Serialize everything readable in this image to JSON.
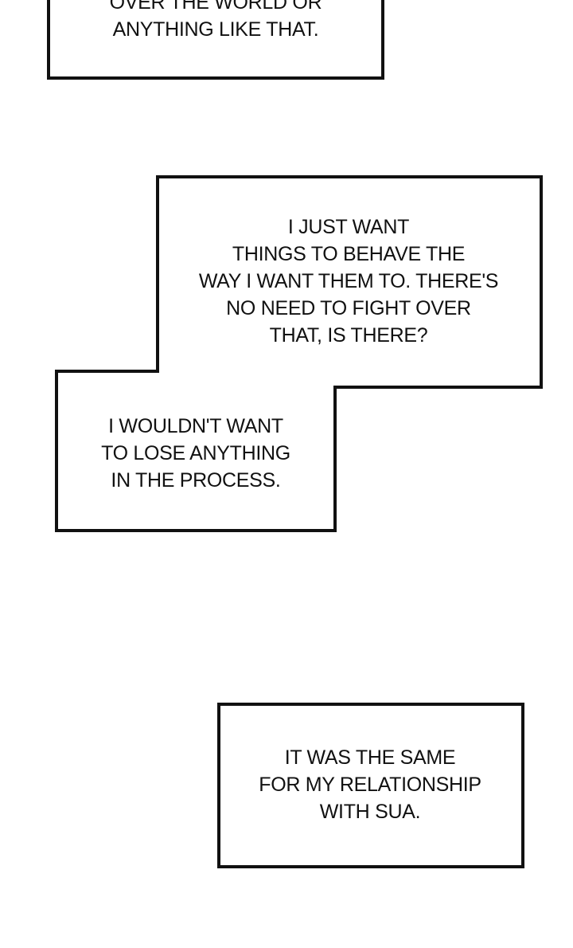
{
  "captions": {
    "top": [
      "OVER THE WORLD OR",
      "ANYTHING LIKE THAT."
    ],
    "middle_upper": [
      "I JUST WANT",
      "THINGS TO BEHAVE THE",
      "WAY I WANT THEM TO. THERE'S",
      "NO NEED TO FIGHT OVER",
      "THAT, IS THERE?"
    ],
    "middle_lower": [
      "I WOULDN'T WANT",
      "TO LOSE ANYTHING",
      "IN THE PROCESS."
    ],
    "bottom": [
      "IT WAS THE SAME",
      "FOR MY RELATIONSHIP",
      "WITH SUA."
    ]
  },
  "colors": {
    "border": "#111111",
    "background": "#ffffff",
    "text": "#111111"
  }
}
